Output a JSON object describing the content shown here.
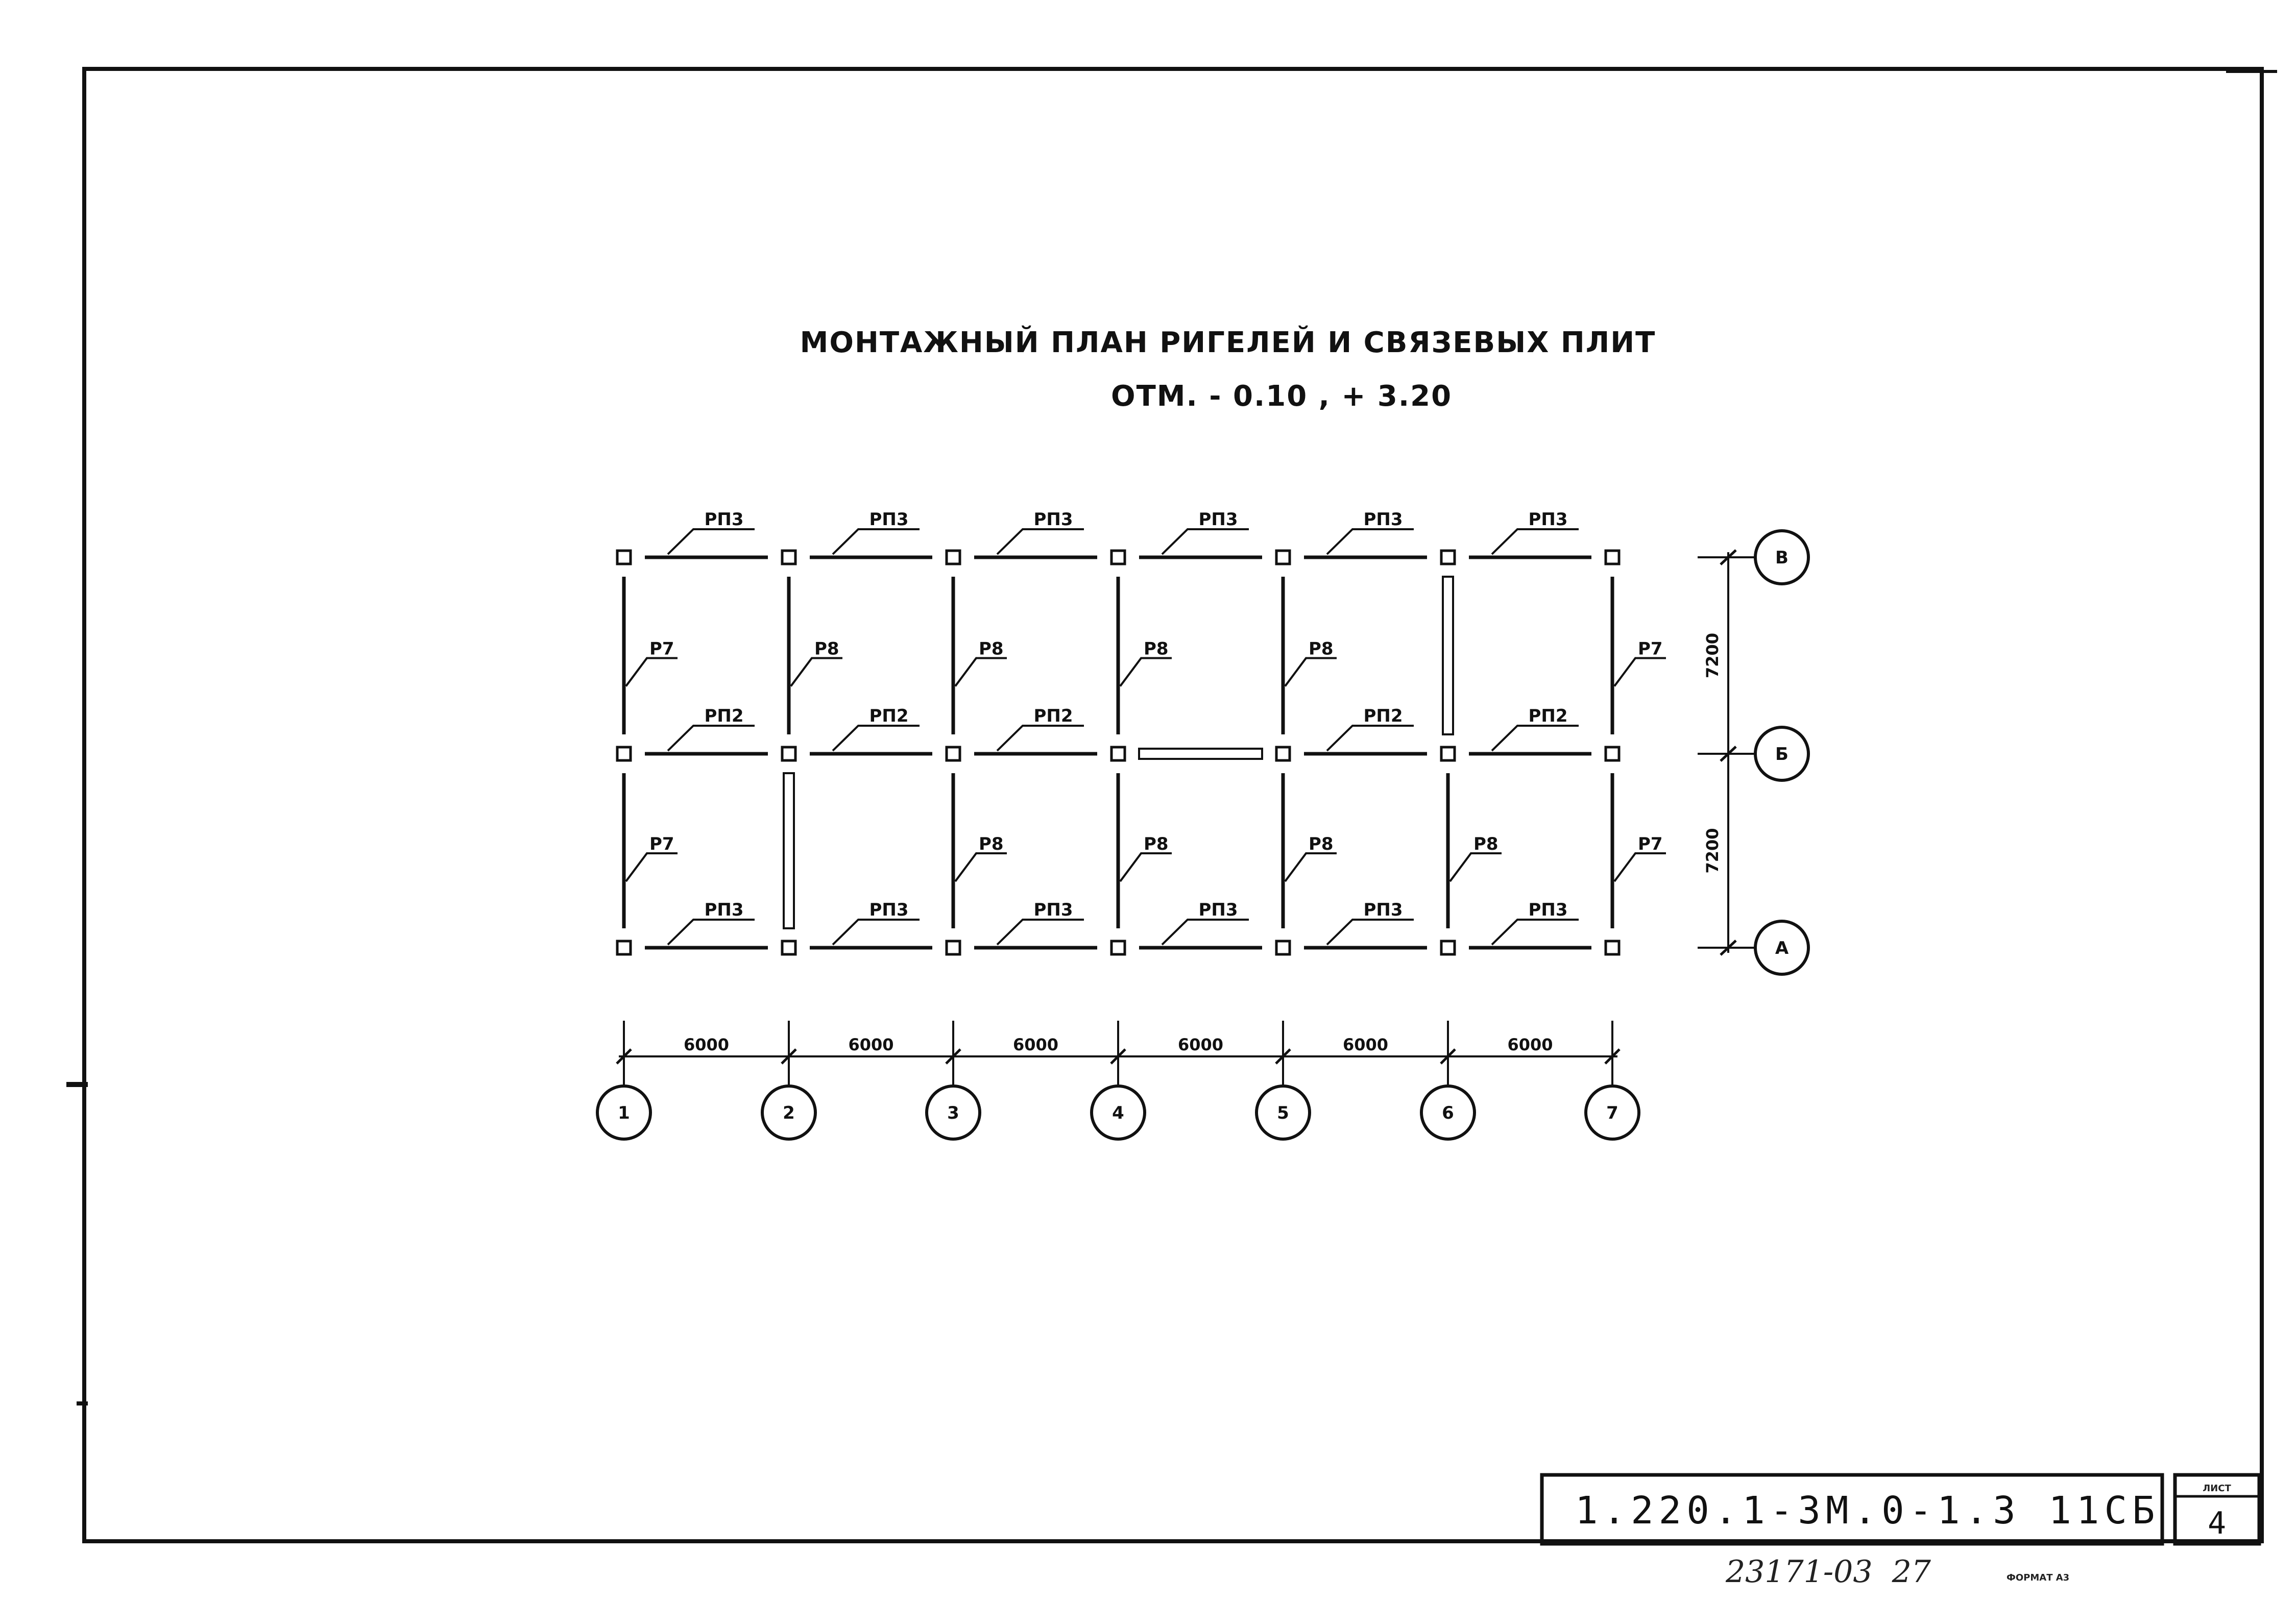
{
  "title": {
    "line1": "МОНТАЖНЫЙ ПЛАН РИГЕЛЕЙ И СВЯЗЕВЫХ ПЛИТ",
    "line2": "ОТМ. - 0.10 , + 3.20"
  },
  "grid": {
    "columns": [
      "1",
      "2",
      "3",
      "4",
      "5",
      "6",
      "7"
    ],
    "rows": [
      "В",
      "Б",
      "А"
    ],
    "spacing_x": [
      "6000",
      "6000",
      "6000",
      "6000",
      "6000",
      "6000"
    ],
    "spacing_y": [
      "7200",
      "7200"
    ]
  },
  "horizontal_labels": {
    "row_V": [
      "РП3",
      "РП3",
      "РП3",
      "РП3",
      "РП3",
      "РП3"
    ],
    "row_B": [
      "РП2",
      "РП2",
      "РП2",
      "",
      "РП2",
      "РП2"
    ],
    "row_A": [
      "РП3",
      "РП3",
      "РП3",
      "РП3",
      "РП3",
      "РП3"
    ]
  },
  "vertical_labels": {
    "bay_VB": [
      "Р7",
      "Р8",
      "Р8",
      "Р8",
      "Р8",
      "",
      "Р7"
    ],
    "bay_BA": [
      "Р7",
      "",
      "Р8",
      "Р8",
      "Р8",
      "Р8",
      "Р7"
    ]
  },
  "stamp": {
    "code": "1.220.1-3М.0-1.3 11СБ",
    "sheet_label": "ЛИСТ",
    "sheet_number": "4"
  },
  "footer": {
    "handwritten": "23171-03  27",
    "format": "ФОРМАТ А3"
  }
}
